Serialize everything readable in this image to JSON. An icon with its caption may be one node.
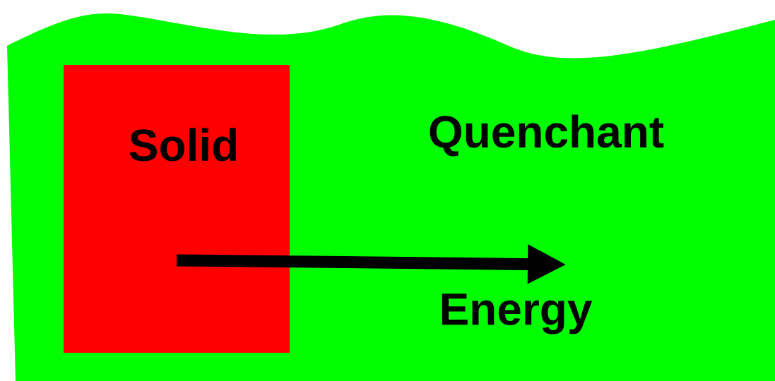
{
  "diagram": {
    "nodes": [
      {
        "text": [
          "Quenchant"
        ]
      },
      {
        "text": [
          "Solid"
        ],
        "in": 0
      }
    ],
    "labels": [
      "Energy"
    ]
  }
}
